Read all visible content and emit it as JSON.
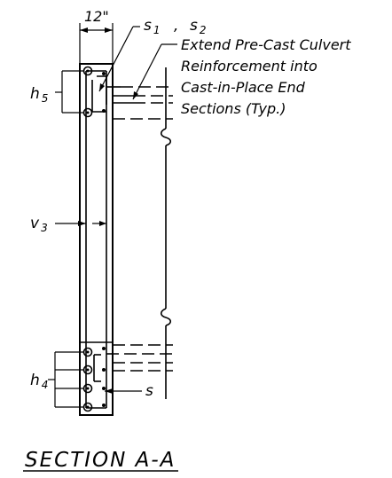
{
  "drawing": {
    "dimension_label": "12\"",
    "labels": {
      "s1": {
        "base": "s",
        "sub": "1"
      },
      "comma": ",",
      "s2": {
        "base": "s",
        "sub": "2"
      },
      "h5": {
        "base": "h",
        "sub": "5"
      },
      "v3": {
        "base": "v",
        "sub": "3"
      },
      "h4": {
        "base": "h",
        "sub": "4"
      },
      "s": "s"
    },
    "note_lines": [
      "Extend Pre-Cast Culvert",
      "Reinforcement into",
      "Cast-in-Place End",
      "Sections (Typ.)"
    ],
    "title": "SECTION A-A"
  }
}
